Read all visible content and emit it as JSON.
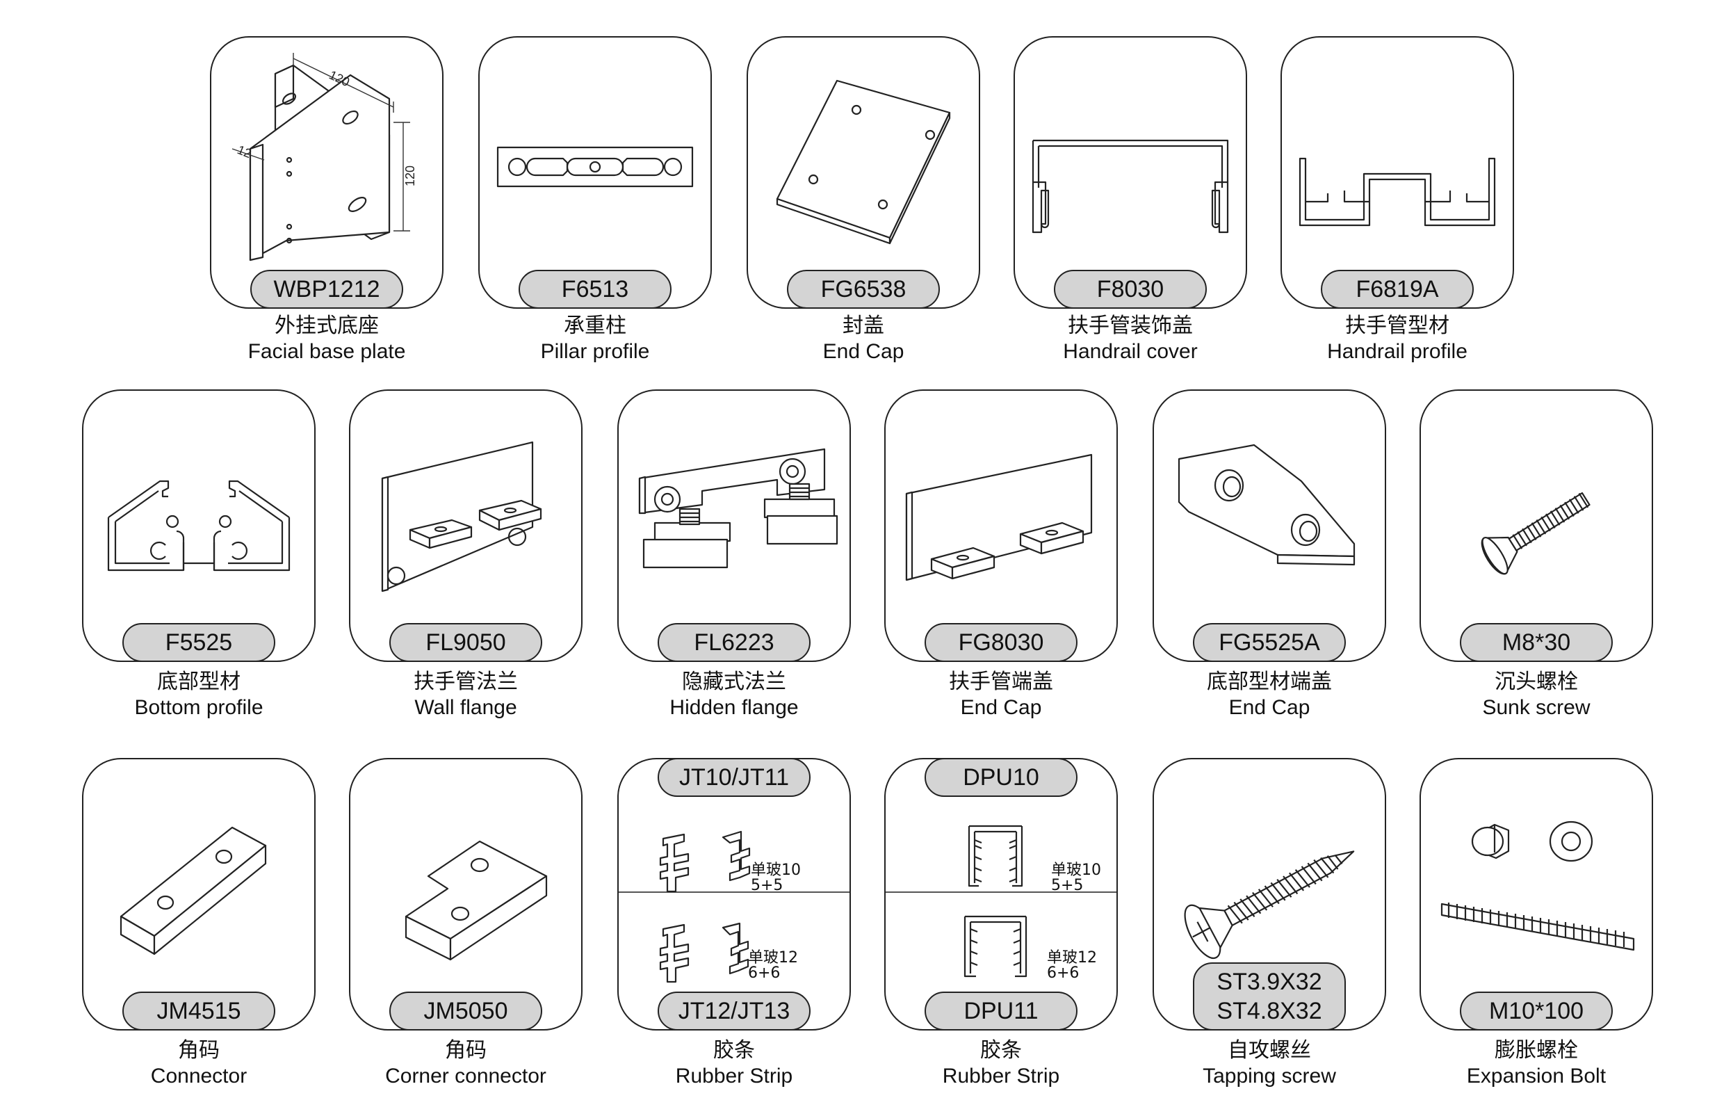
{
  "items": [
    {
      "code": "WBP1212",
      "zh": "外挂式底座",
      "en": "Facial base plate",
      "icon": "facial-base-plate-icon"
    },
    {
      "code": "F6513",
      "zh": "承重柱",
      "en": "Pillar profile",
      "icon": "pillar-profile-icon"
    },
    {
      "code": "FG6538",
      "zh": "封盖",
      "en": "End Cap",
      "icon": "end-cap-plate-icon"
    },
    {
      "code": "F8030",
      "zh": "扶手管装饰盖",
      "en": "Handrail cover",
      "icon": "handrail-cover-icon"
    },
    {
      "code": "F6819A",
      "zh": "扶手管型材",
      "en": "Handrail profile",
      "icon": "handrail-profile-icon"
    },
    {
      "code": "F5525",
      "zh": "底部型材",
      "en": "Bottom profile",
      "icon": "bottom-profile-icon"
    },
    {
      "code": "FL9050",
      "zh": "扶手管法兰",
      "en": "Wall flange",
      "icon": "wall-flange-icon"
    },
    {
      "code": "FL6223",
      "zh": "隐藏式法兰",
      "en": "Hidden flange",
      "icon": "hidden-flange-icon"
    },
    {
      "code": "FG8030",
      "zh": "扶手管端盖",
      "en": "End Cap",
      "icon": "handrail-end-cap-icon"
    },
    {
      "code": "FG5525A",
      "zh": "底部型材端盖",
      "en": "End Cap",
      "icon": "bottom-end-cap-icon"
    },
    {
      "code": "M8*30",
      "zh": "沉头螺栓",
      "en": "Sunk screw",
      "icon": "sunk-screw-icon"
    },
    {
      "code": "JM4515",
      "zh": "角码",
      "en": "Connector",
      "icon": "connector-icon"
    },
    {
      "code": "JM5050",
      "zh": "角码",
      "en": "Corner connector",
      "icon": "corner-connector-icon"
    },
    {
      "code_top": "JT10/JT11",
      "code_bottom": "JT12/JT13",
      "note_top": [
        "单玻10",
        "5+5"
      ],
      "note_bottom": [
        "单玻12",
        "6+6"
      ],
      "zh": "胶条",
      "en": "Rubber Strip",
      "icon": "rubber-strip-jt-icon"
    },
    {
      "code_top": "DPU10",
      "code_bottom": "DPU11",
      "note_top": [
        "单玻10",
        "5+5"
      ],
      "note_bottom": [
        "单玻12",
        "6+6"
      ],
      "zh": "胶条",
      "en": "Rubber Strip",
      "icon": "rubber-strip-dpu-icon"
    },
    {
      "code_lines": [
        "ST3.9X32",
        "ST4.8X32"
      ],
      "zh": "自攻螺丝",
      "en": "Tapping screw",
      "icon": "tapping-screw-icon"
    },
    {
      "code": "M10*100",
      "zh": "膨胀螺栓",
      "en": "Expansion Bolt",
      "icon": "expansion-bolt-icon"
    }
  ],
  "dimensions": {
    "width": "120",
    "height": "120",
    "thickness": "12"
  }
}
